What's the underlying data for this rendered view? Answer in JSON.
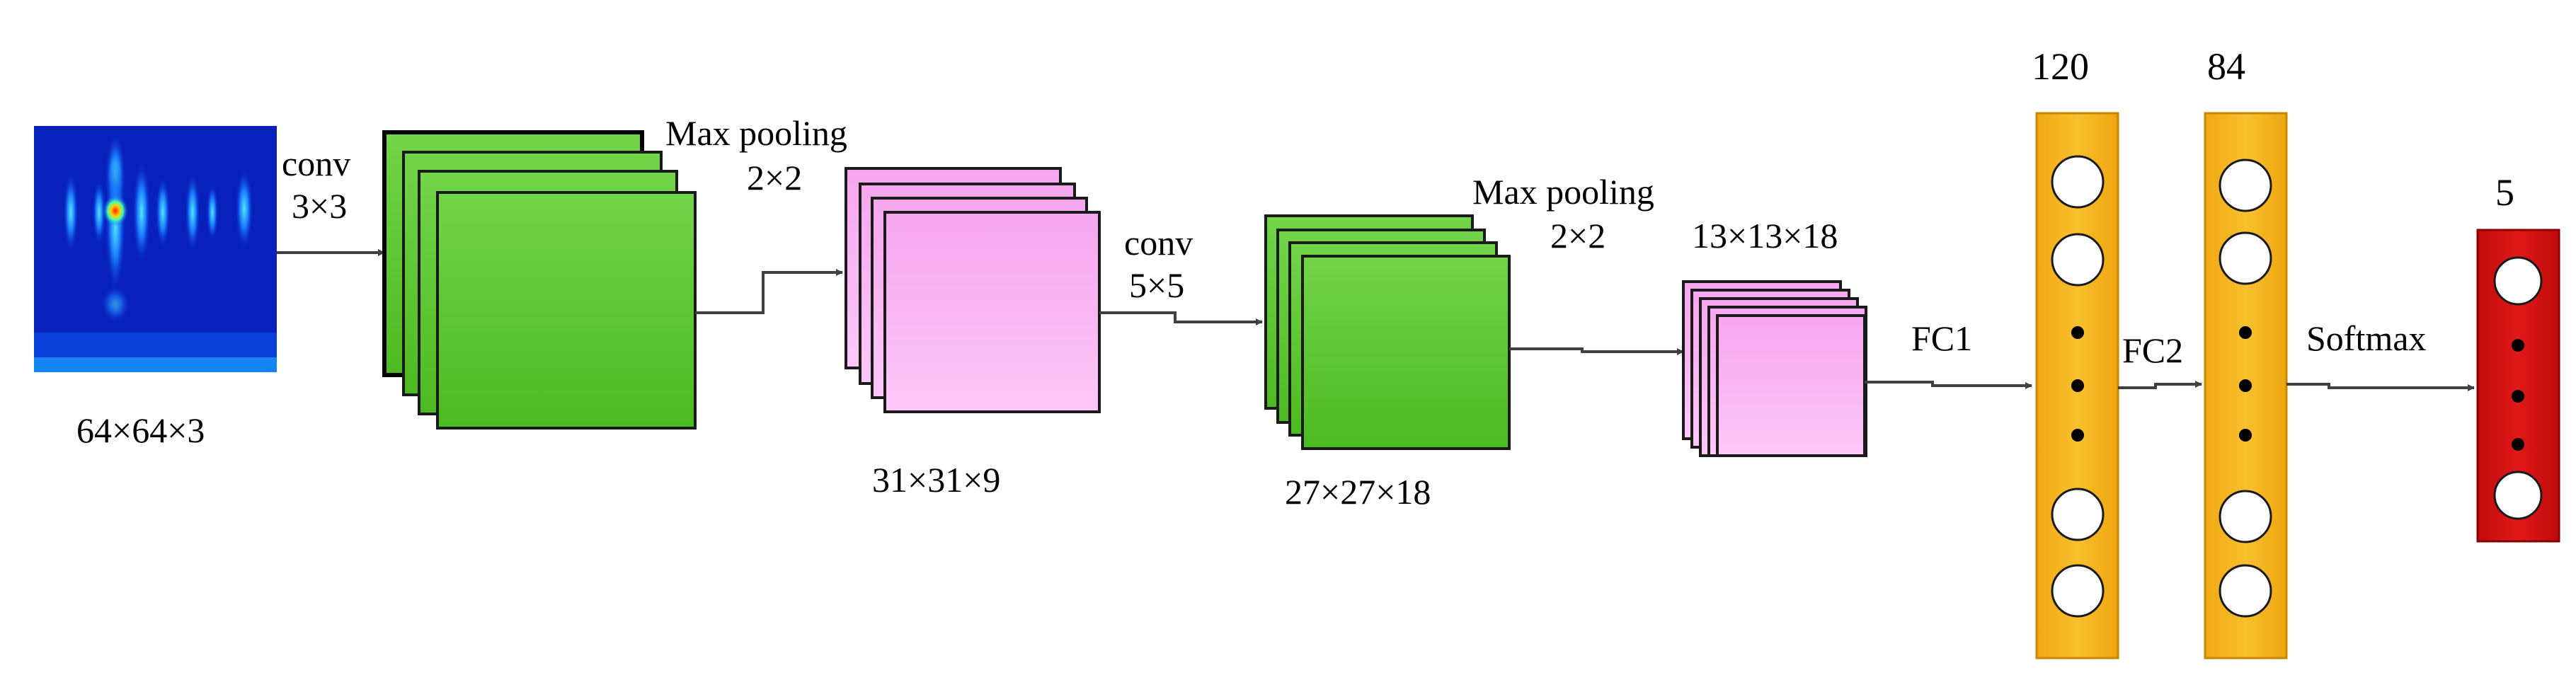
{
  "input": {
    "label": "64×64×3"
  },
  "conv1": {
    "line1": "conv",
    "line2": "3×3"
  },
  "pool1": {
    "line1": "Max pooling",
    "line2": "2×2",
    "shape": "31×31×9"
  },
  "conv2": {
    "line1": "conv",
    "line2": "5×5",
    "shape": "27×27×18"
  },
  "pool2": {
    "line1": "Max pooling",
    "line2": "2×2",
    "shape": "13×13×18"
  },
  "fc1": {
    "label": "FC1",
    "units": "120"
  },
  "fc2": {
    "label": "FC2",
    "units": "84"
  },
  "output": {
    "label": "Softmax",
    "units": "5"
  },
  "colors": {
    "conv_fill": "#5cc832",
    "pool_fill": "#f8b4f0",
    "fc_fill": "#f5b21c",
    "output_fill": "#d41212",
    "arrow": "#404040"
  }
}
